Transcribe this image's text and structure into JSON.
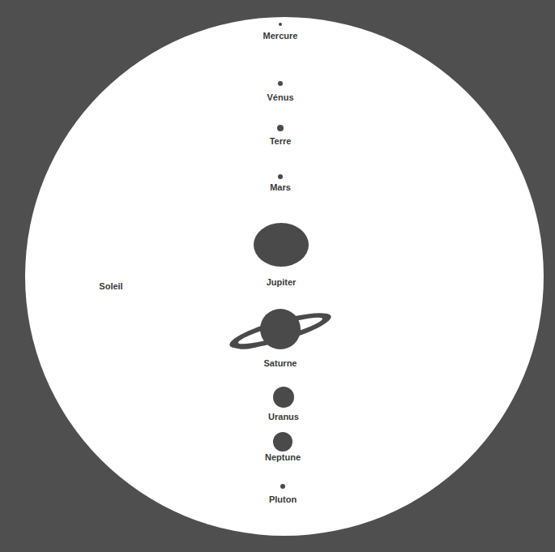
{
  "diagram": {
    "nodes": [
      {
        "text": [
          "Soleil"
        ]
      },
      {
        "text": [
          "Mercure"
        ],
        "in": 0
      },
      {
        "text": [
          "Vénus"
        ],
        "in": 0
      },
      {
        "text": [
          "Terre"
        ],
        "in": 0
      },
      {
        "text": [
          "Mars"
        ],
        "in": 0
      },
      {
        "text": [
          "Jupiter"
        ],
        "in": 0
      },
      {
        "text": [
          "Saturne"
        ],
        "in": 0
      },
      {
        "text": [
          "Uranus"
        ],
        "in": 0
      },
      {
        "text": [
          "Neptune"
        ],
        "in": 0
      },
      {
        "text": [
          "Pluton"
        ],
        "in": 0
      }
    ]
  }
}
